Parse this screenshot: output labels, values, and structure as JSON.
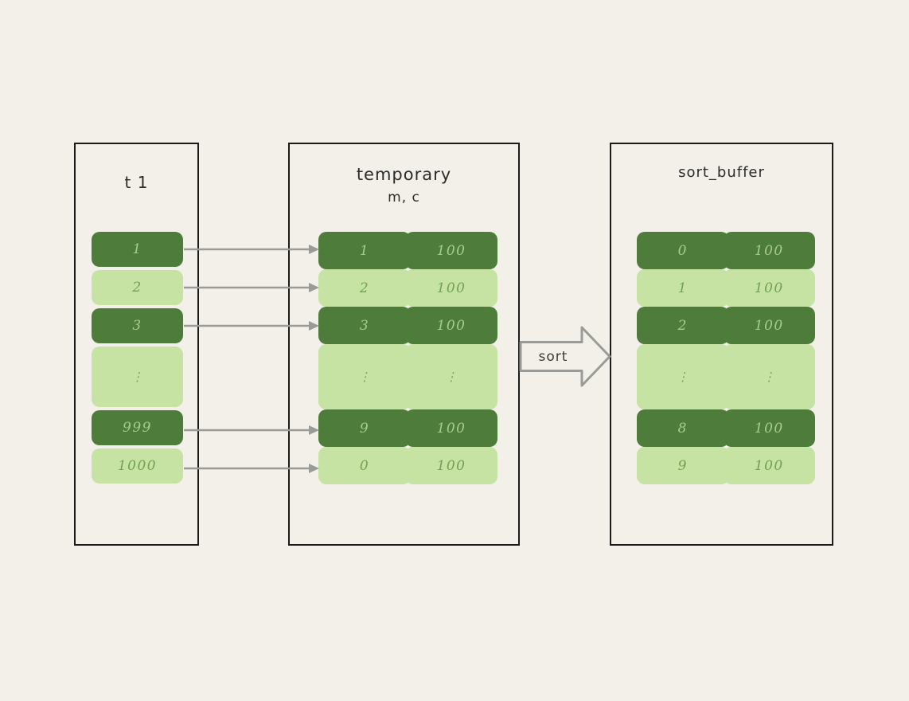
{
  "background": "#f2f0e9",
  "colors": {
    "dark_cell": "#4e7c3b",
    "light_cell": "#c6e3a4",
    "dark_cell_text": "#a8cc8c",
    "light_cell_text": "#74a054",
    "panel_border": "#1b1b1b",
    "arrow": "#9a9a96",
    "title_text": "#2b2b2b"
  },
  "panels": [
    {
      "id": "t1",
      "title": "t 1",
      "rows": [
        {
          "cells": [
            "1"
          ],
          "variant": "dark"
        },
        {
          "cells": [
            "2"
          ],
          "variant": "light"
        },
        {
          "cells": [
            "3"
          ],
          "variant": "dark"
        },
        {
          "cells": [
            "⋮"
          ],
          "variant": "light",
          "tall": true
        },
        {
          "cells": [
            "999"
          ],
          "variant": "dark"
        },
        {
          "cells": [
            "1000"
          ],
          "variant": "light"
        }
      ]
    },
    {
      "id": "temporary",
      "title": "temporary",
      "subtitle": "m, c",
      "rows": [
        {
          "cells": [
            "1",
            "100"
          ],
          "variant": "dark"
        },
        {
          "cells": [
            "2",
            "100"
          ],
          "variant": "light"
        },
        {
          "cells": [
            "3",
            "100"
          ],
          "variant": "dark"
        },
        {
          "cells": [
            "⋮",
            "⋮"
          ],
          "variant": "light",
          "tall": true
        },
        {
          "cells": [
            "9",
            "100"
          ],
          "variant": "dark"
        },
        {
          "cells": [
            "0",
            "100"
          ],
          "variant": "light"
        }
      ]
    },
    {
      "id": "sort_buffer",
      "title": "sort_buffer",
      "rows": [
        {
          "cells": [
            "0",
            "100"
          ],
          "variant": "dark"
        },
        {
          "cells": [
            "1",
            "100"
          ],
          "variant": "light"
        },
        {
          "cells": [
            "2",
            "100"
          ],
          "variant": "dark"
        },
        {
          "cells": [
            "⋮",
            "⋮"
          ],
          "variant": "light",
          "tall": true
        },
        {
          "cells": [
            "8",
            "100"
          ],
          "variant": "dark"
        },
        {
          "cells": [
            "9",
            "100"
          ],
          "variant": "light"
        }
      ]
    }
  ],
  "sort_arrow": {
    "label": "sort"
  }
}
